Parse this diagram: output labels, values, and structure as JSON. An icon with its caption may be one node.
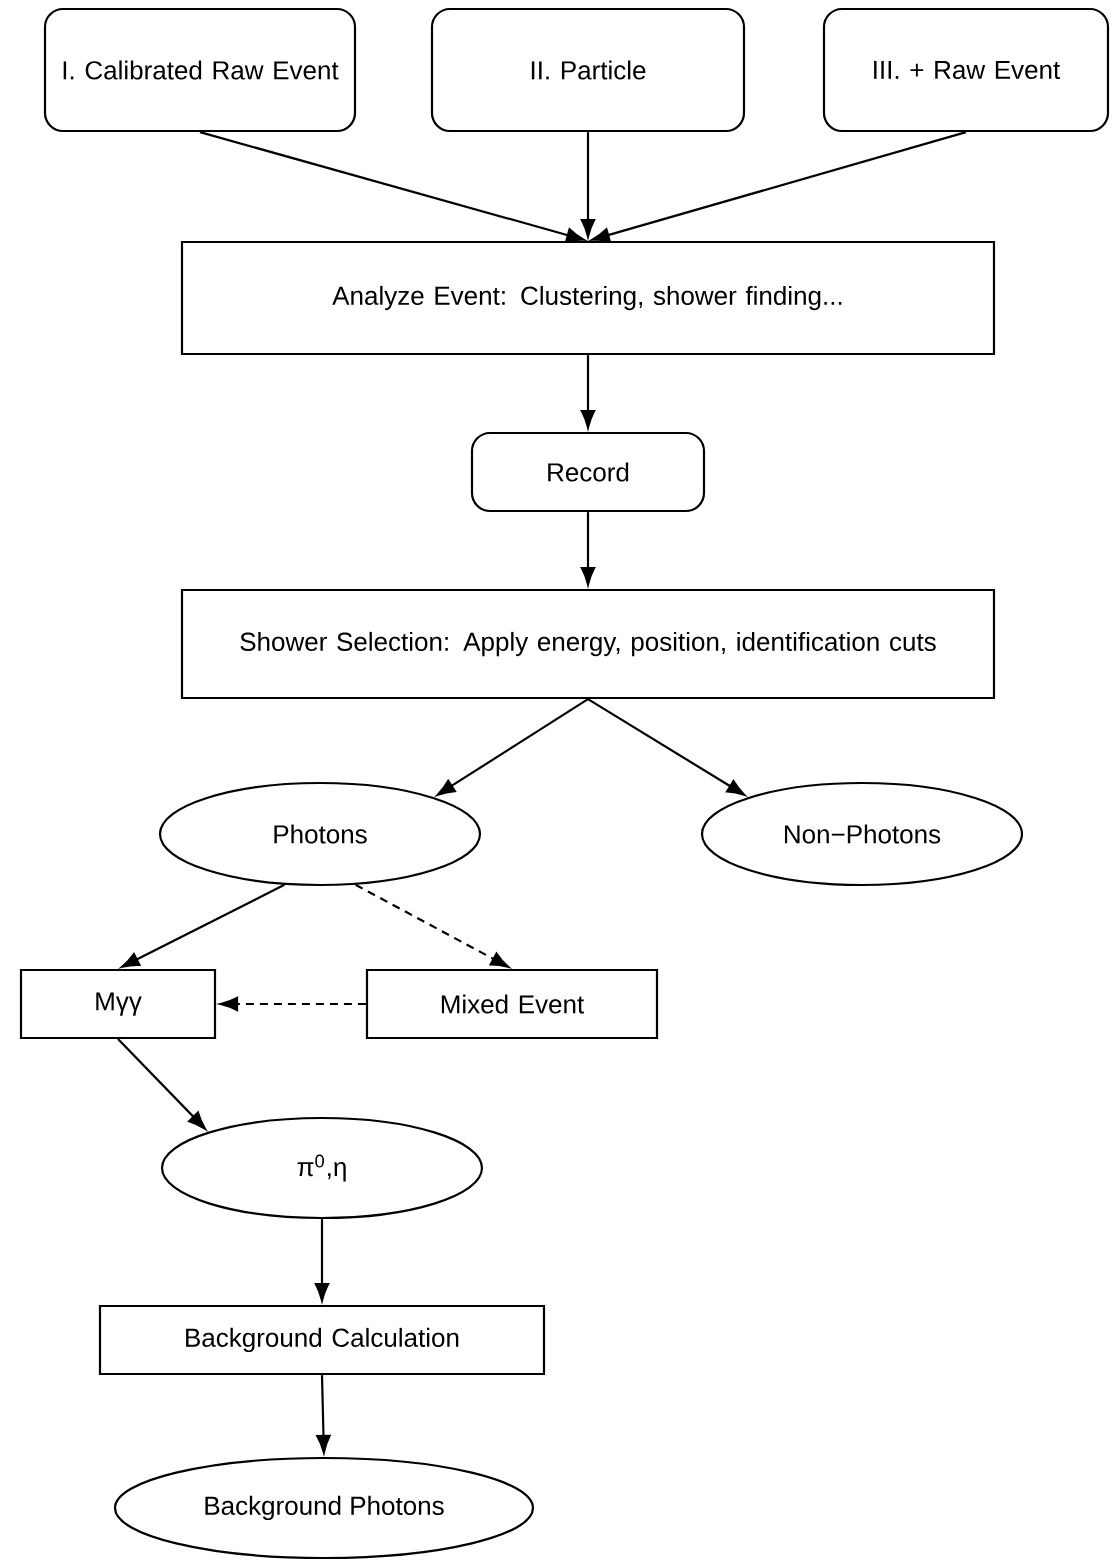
{
  "diagram": {
    "nodes": [
      {
        "text": [
          "I. Calibrated Raw Event"
        ]
      },
      {
        "text": [
          "II. Particle"
        ]
      },
      {
        "text": [
          "III. + Raw Event"
        ]
      },
      {
        "text": [
          "Analyze Event: Clustering, shower finding..."
        ]
      },
      {
        "text": [
          "Record"
        ]
      },
      {
        "text": [
          "Shower Selection: Apply energy, position, identification cuts"
        ]
      },
      {
        "text": [
          "Photons"
        ]
      },
      {
        "text": [
          "Non−Photons"
        ]
      },
      {
        "text": [
          "Mγγ"
        ]
      },
      {
        "text": [
          "Mixed Event"
        ]
      },
      {
        "text": [
          "π$^{0}$,η"
        ]
      },
      {
        "text": [
          "Background Calculation"
        ]
      },
      {
        "text": [
          "Background Photons"
        ]
      }
    ],
    "edges": [
      {
        "from": 0,
        "to": 3,
        "arrow": "to"
      },
      {
        "from": 1,
        "to": 3,
        "arrow": "to"
      },
      {
        "from": 2,
        "to": 3,
        "arrow": "to"
      },
      {
        "from": 3,
        "to": 4,
        "arrow": "to"
      },
      {
        "from": 4,
        "to": 5,
        "arrow": "to"
      },
      {
        "from": 5,
        "to": 6,
        "arrow": "to"
      },
      {
        "from": 5,
        "to": 7,
        "arrow": "to"
      },
      {
        "from": 6,
        "to": 8,
        "arrow": "to"
      },
      {
        "from": 6,
        "to": 9,
        "arrow": "to",
        "style": "dashed"
      },
      {
        "from": 9,
        "to": 8,
        "arrow": "to",
        "style": "dashed"
      },
      {
        "from": 8,
        "to": 10,
        "arrow": "to"
      },
      {
        "from": 10,
        "to": 11,
        "arrow": "to"
      },
      {
        "from": 11,
        "to": 12,
        "arrow": "to"
      }
    ]
  }
}
